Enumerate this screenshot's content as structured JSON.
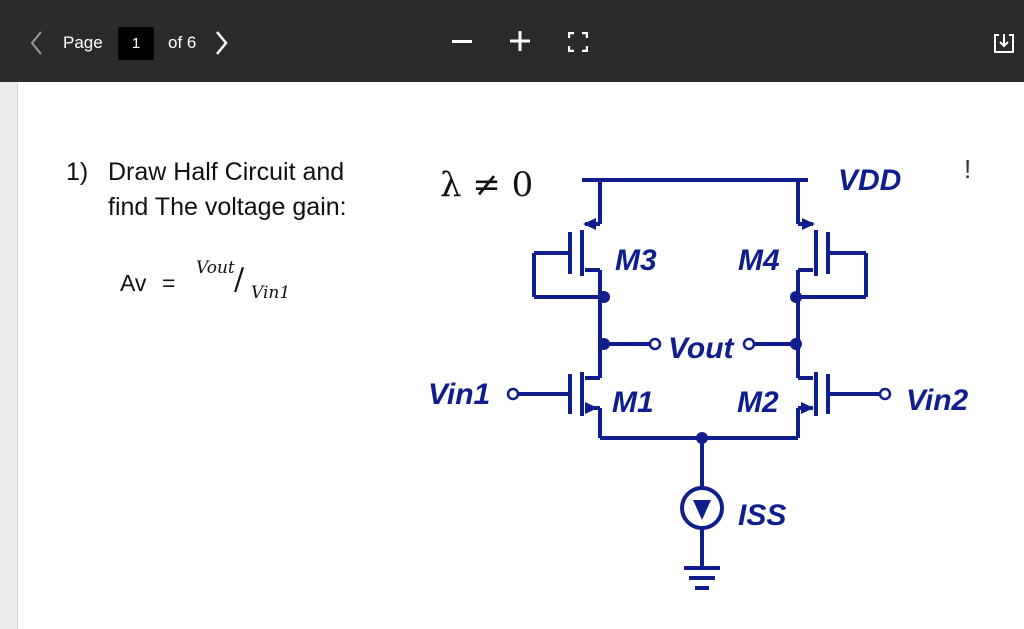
{
  "toolbar": {
    "page_label": "Page",
    "page_number": "1",
    "of_label": "of 6",
    "icons": [
      "chevron-left-icon",
      "chevron-right-icon",
      "zoom-out-icon",
      "zoom-in-icon",
      "fit-to-page-icon",
      "download-icon"
    ]
  },
  "document": {
    "question_number": "1)",
    "question_line1": "Draw Half Circuit and",
    "question_line2": "find The voltage gain:",
    "av_label": "Av",
    "equals": "=",
    "gain_numerator": "Vout",
    "gain_slash": "/",
    "gain_denominator": "Vin1",
    "exclamation": "!"
  },
  "circuit": {
    "lambda_cond": "λ ≠ 0",
    "vdd": "VDD",
    "m3": "M3",
    "m4": "M4",
    "m1": "M1",
    "m2": "M2",
    "vout": "Vout",
    "vin1": "Vin1",
    "vin2": "Vin2",
    "iss": "ISS",
    "color": "#0f1e8c"
  }
}
